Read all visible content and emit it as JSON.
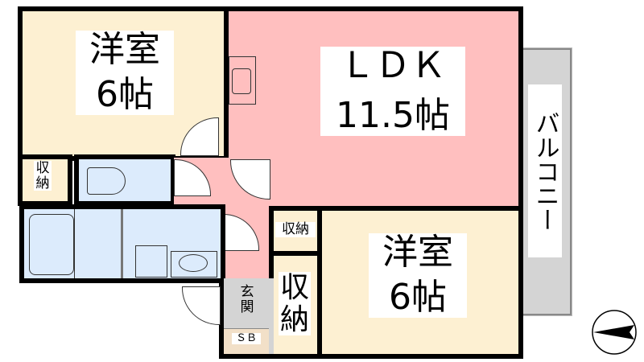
{
  "rooms": {
    "western_room_1": {
      "name": "洋室",
      "size": "6帖"
    },
    "ldk": {
      "name": "ＬＤＫ",
      "size": "11.5帖"
    },
    "western_room_2": {
      "name": "洋室",
      "size": "6帖"
    },
    "storage_left": {
      "line1": "収",
      "line2": "納"
    },
    "storage_small": {
      "name": "収納"
    },
    "storage_large": {
      "line1": "収",
      "line2": "納"
    },
    "entrance": {
      "line1": "玄",
      "line2": "関"
    },
    "shoe_box": {
      "name": "ＳＢ"
    },
    "balcony": {
      "name": "バルコニー"
    }
  },
  "colors": {
    "western": "#fdf0d2",
    "ldk": "#ffbfbf",
    "wet": "#dcebfc",
    "entrance": "#d4d4d4",
    "shoe_box": "#f2e0c8"
  }
}
